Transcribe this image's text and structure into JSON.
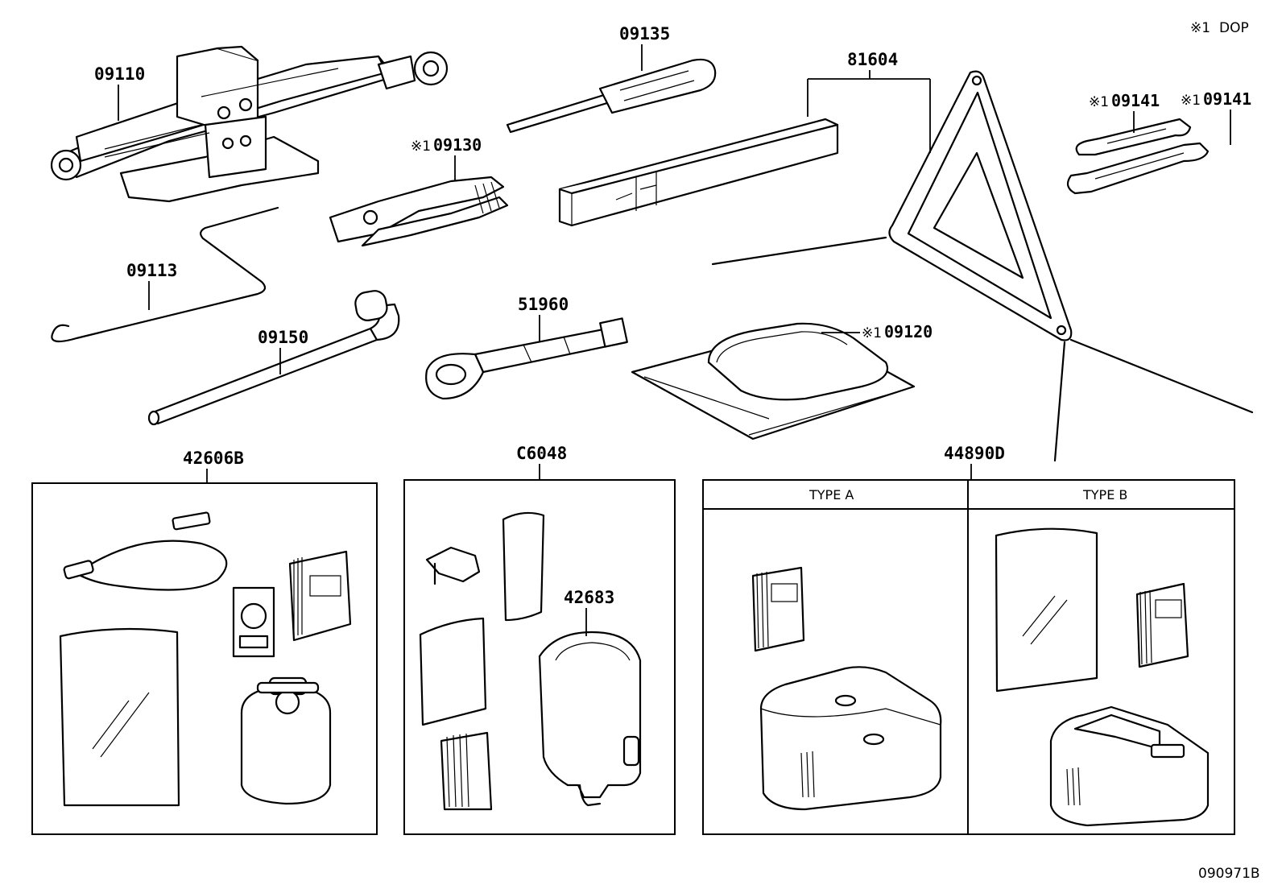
{
  "legend": {
    "mark": "※1",
    "text": "DOP"
  },
  "parts": {
    "p09110": "09110",
    "p09113": "09113",
    "p09150": "09150",
    "p09135": "09135",
    "p09130": "09130",
    "p51960": "51960",
    "p81604": "81604",
    "p09141a": "09141",
    "p09141b": "09141",
    "p09120": "09120",
    "p42606B": "42606B",
    "pC6048": "C6048",
    "p42683": "42683",
    "p44890D": "44890D"
  },
  "marks": {
    "dop": "※1"
  },
  "types": {
    "a": "TYPE A",
    "b": "TYPE B"
  },
  "diagram_id": "090971B"
}
